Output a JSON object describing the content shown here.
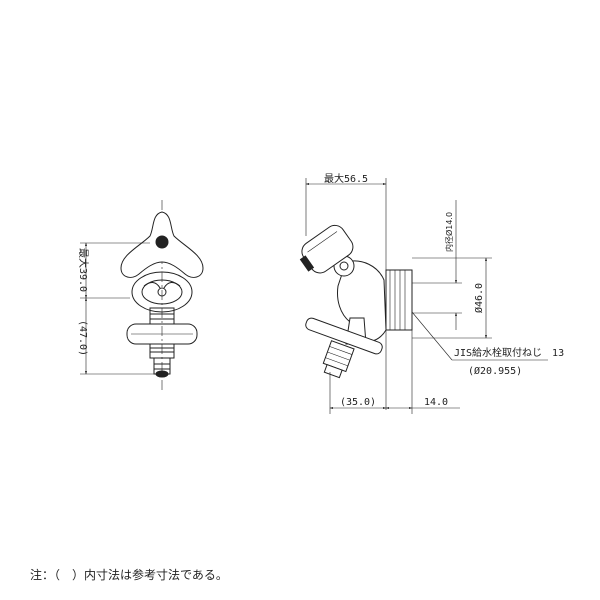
{
  "dimensions": {
    "max_height": "最大39.0",
    "total_height": "(47.0)",
    "max_width": "最大56.5",
    "inner_diameter": "内径Ø14.0",
    "outer_diameter": "Ø46.0",
    "thread_label": "JIS給水栓取付ねじ　13",
    "thread_diameter": "(Ø20.955)",
    "spout_offset": "(35.0)",
    "flange_offset": "14.0"
  },
  "note": "注：（　）内寸法は参考寸法である。"
}
